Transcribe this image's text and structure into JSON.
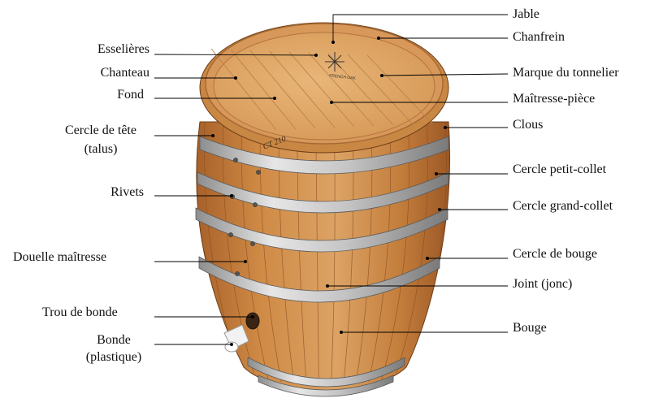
{
  "diagram": {
    "head_text": "CT 210",
    "brand_text": "FRENCH OAK",
    "colors": {
      "wood_light": "#dca365",
      "wood_mid": "#c9813e",
      "wood_dark": "#a8612a",
      "head": "#e3ad6c",
      "hoop": "#b8b8b8",
      "leader": "#000000"
    }
  },
  "labels": {
    "esselieres": "Esselières",
    "chanteau": "Chanteau",
    "fond": "Fond",
    "cercle_tete_1": "Cercle de tête",
    "cercle_tete_2": "(talus)",
    "rivets": "Rivets",
    "douelle": "Douelle maîtresse",
    "trou_bonde": "Trou de bonde",
    "bonde_1": "Bonde",
    "bonde_2": "(plastique)",
    "jable": "Jable",
    "chanfrein": "Chanfrein",
    "marque": "Marque du tonnelier",
    "maitresse_piece": "Maîtresse-pièce",
    "clous": "Clous",
    "cercle_petit_collet": "Cercle petit-collet",
    "cercle_grand_collet": "Cercle grand-collet",
    "cercle_bouge": "Cercle de bouge",
    "joint": "Joint (jonc)",
    "bouge": "Bouge"
  }
}
